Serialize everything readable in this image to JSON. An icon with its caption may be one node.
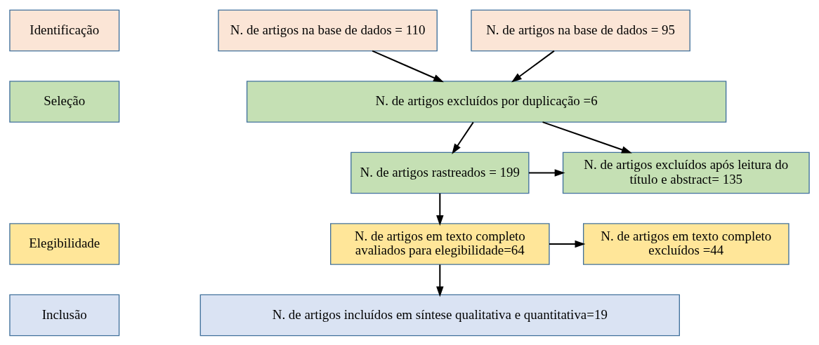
{
  "diagram": {
    "nodes": [
      {
        "text": [
          "Identificação"
        ]
      },
      {
        "text": [
          "N. de artigos na base de dados = 110"
        ]
      },
      {
        "text": [
          "N. de artigos na base de dados = 95"
        ]
      },
      {
        "text": [
          "Seleção"
        ]
      },
      {
        "text": [
          "N. de artigos excluídos por duplicação =6"
        ]
      },
      {
        "text": [
          "N. de artigos rastreados = 199"
        ]
      },
      {
        "text": [
          "N. de artigos excluídos após leitura do título e abstract= 135"
        ]
      },
      {
        "text": [
          "Elegibilidade"
        ]
      },
      {
        "text": [
          "N. de artigos em texto completo avaliados para elegibilidade=64"
        ]
      },
      {
        "text": [
          "N. de artigos em texto completo excluídos =44"
        ]
      },
      {
        "text": [
          "Inclusão"
        ]
      },
      {
        "text": [
          "N. de artigos incluídos em síntese qualitativa e quantitativa=19"
        ]
      }
    ],
    "edges": [
      {
        "from": 1,
        "to": 4,
        "arrow": "to"
      },
      {
        "from": 2,
        "to": 4,
        "arrow": "to"
      },
      {
        "from": 4,
        "to": 5,
        "arrow": "to"
      },
      {
        "from": 4,
        "to": 6,
        "arrow": "to"
      },
      {
        "from": 5,
        "to": 6,
        "arrow": "to"
      },
      {
        "from": 5,
        "to": 8,
        "arrow": "to"
      },
      {
        "from": 8,
        "to": 9,
        "arrow": "to"
      },
      {
        "from": 8,
        "to": 11,
        "arrow": "to"
      }
    ]
  }
}
